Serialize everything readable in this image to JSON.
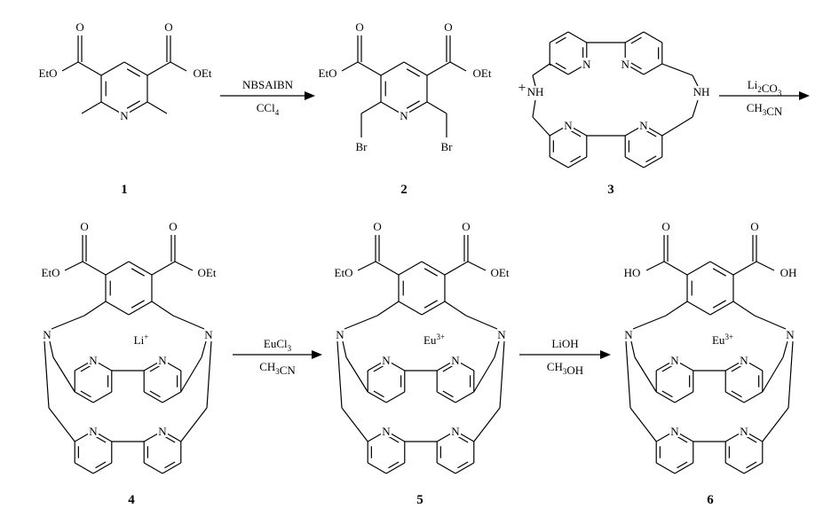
{
  "scheme": {
    "compounds": [
      {
        "number": "1",
        "labels": {
          "left": "EtO",
          "right": "OEt",
          "n": "N"
        }
      },
      {
        "number": "2",
        "labels": {
          "left": "EtO",
          "right": "OEt",
          "n": "N",
          "br": "Br"
        }
      },
      {
        "number": "3",
        "labels": {
          "n": "N",
          "nh": "NH"
        }
      },
      {
        "number": "4",
        "labels": {
          "left": "EtO",
          "right": "OEt",
          "n": "N",
          "o": "O",
          "ion": "Li+"
        }
      },
      {
        "number": "5",
        "labels": {
          "left": "EtO",
          "right": "OEt",
          "n": "N",
          "o": "O",
          "ion": "Eu3+"
        }
      },
      {
        "number": "6",
        "labels": {
          "left": "HO",
          "right": "OH",
          "n": "N",
          "o": "O",
          "ion": "Eu3+"
        }
      }
    ],
    "plus": "+",
    "arrows": [
      {
        "above": "NBS, AIBN",
        "below": "CCl4"
      },
      {
        "above": "Li2CO3",
        "below": "CH3CN"
      },
      {
        "above": "EuCl3",
        "below": "CH3CN"
      },
      {
        "above": "LiOH",
        "below": "CH3OH"
      }
    ]
  }
}
